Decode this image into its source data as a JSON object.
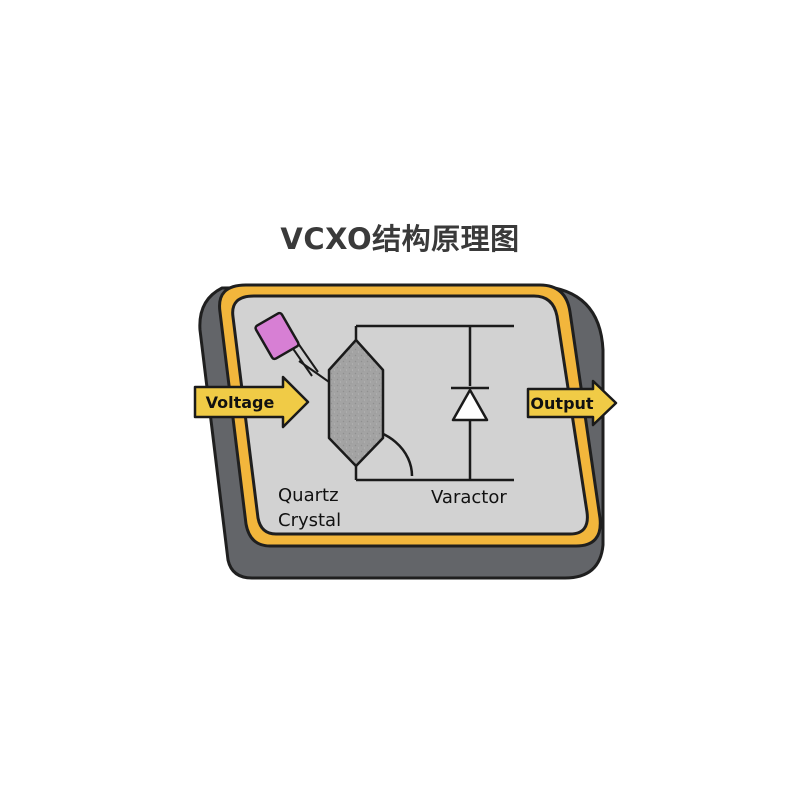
{
  "title": "VCXO结构原理图",
  "labels": {
    "voltage": "Voltage",
    "output": "Output",
    "quartz_line1": "Quartz",
    "quartz_line2": "Crystal",
    "varactor": "Varactor"
  },
  "colors": {
    "package_body": "#636569",
    "package_rim": "#f2b63c",
    "package_face": "#d2d2d2",
    "arrow_fill": "#f0cb46",
    "crystal": "#a3a3a3",
    "capacitor": "#d77fd4",
    "wire": "#1a1a1a"
  }
}
